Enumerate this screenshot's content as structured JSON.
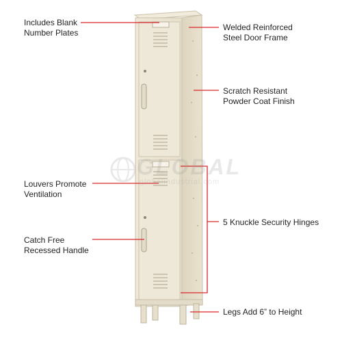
{
  "callouts": {
    "number_plates": "Includes Blank\nNumber Plates",
    "door_frame": "Welded Reinforced\nSteel Door Frame",
    "finish": "Scratch Resistant\nPowder Coat Finish",
    "louvers": "Louvers Promote\nVentilation",
    "hinges": "5 Knuckle Security Hinges",
    "handle": "Catch Free\nRecessed Handle",
    "legs": "Legs Add 6” to Height"
  },
  "watermark": {
    "brand": "GLOBAL",
    "domain": "globalindustrial.com"
  },
  "colors": {
    "locker_tan": "#e8e1cf",
    "locker_shadow": "#d8d0ba",
    "leader_red": "#d9262b",
    "text": "#222222"
  },
  "icons": [
    "locker-image",
    "handle-icon",
    "number-plate-icon"
  ]
}
